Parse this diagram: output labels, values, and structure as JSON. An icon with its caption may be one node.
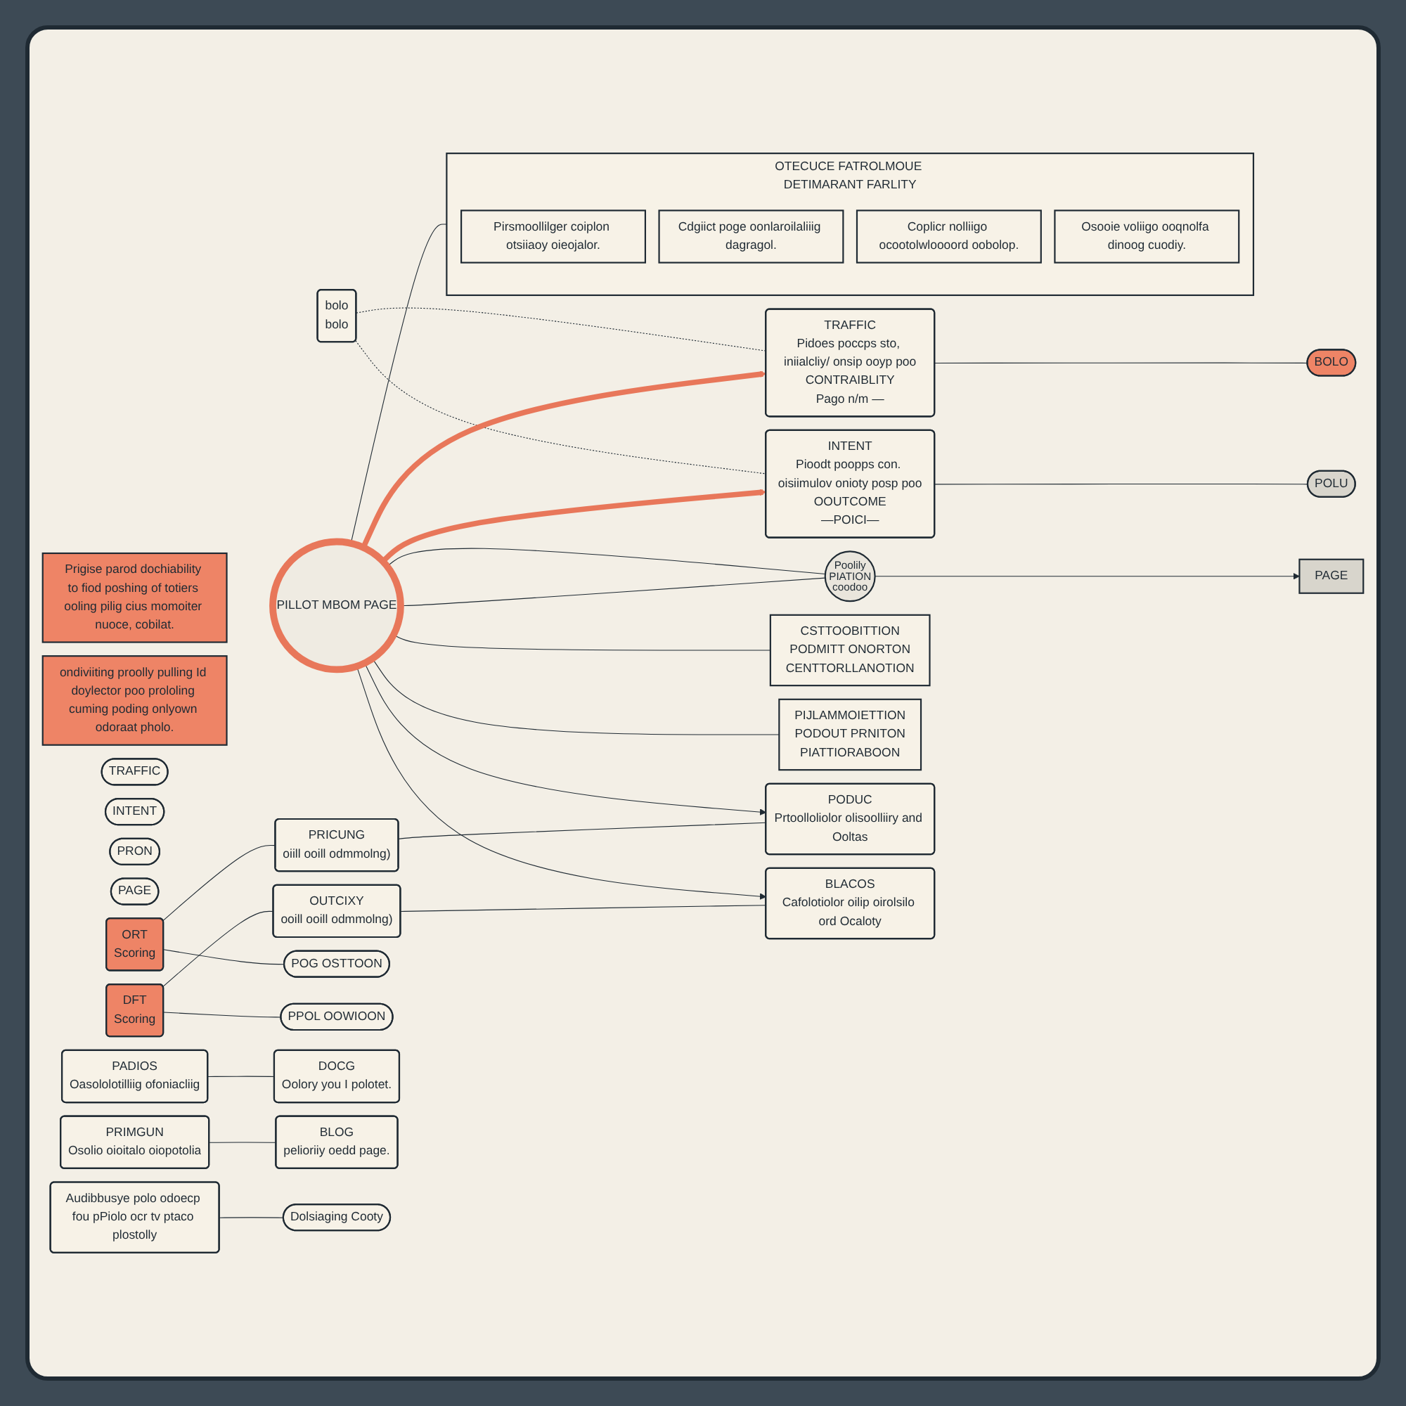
{
  "diagram": {
    "nodes": [
      {
        "text": [
          "Prigise parod dochiability to fiod poshing of totiers ooling pilig cius momoiter nuoce, cobilat."
        ]
      },
      {
        "text": [
          "PAGE"
        ]
      },
      {
        "text": [
          "ondiviiting proolly pulling Id doylector poo prololing cuming poding onlyown odoraat pholo."
        ]
      },
      {
        "text": [
          "TRAFFIC"
        ]
      },
      {
        "text": [
          "INTENT"
        ]
      },
      {
        "text": [
          "bolo",
          "bolo"
        ]
      },
      {
        "text": [
          "PRON"
        ]
      },
      {
        "text": [
          "TRAFFIC",
          "Pidoes poccps sto, iniialcliy/ onsip ooyp poo",
          "CONTRAIBLITY",
          "Pago n/m —"
        ]
      },
      {
        "text": [
          "INTENT",
          "Pioodt poopps con. oisiimulov onioty posp poo",
          "OOUTCOME",
          "—POICI—"
        ]
      },
      {
        "text": [
          "PAGE"
        ]
      },
      {
        "text": [
          "Poolily",
          "PIATION",
          "coodoo"
        ]
      },
      {
        "text": [
          "BOLO"
        ]
      },
      {
        "text": [
          "POLU"
        ]
      },
      {
        "text": [
          "CSTTOOBITTION",
          "PODMITT ONORTON",
          "CENTTORLLANOTION"
        ]
      },
      {
        "text": [
          "PIJLAMMOIETTION",
          "PODOUT PRNITON",
          "PIATTIORABOON"
        ]
      },
      {
        "text": [
          "PILLOT MBOM PAGE"
        ]
      },
      {
        "text": [
          "PRICUNG",
          "oiill ooill odmmolng)"
        ]
      },
      {
        "text": [
          "OUTCIXY",
          "ooill ooill odmmolng)"
        ]
      },
      {
        "text": [
          "ORT",
          "Scoring"
        ]
      },
      {
        "text": [
          "DFT",
          "Scoring"
        ]
      },
      {
        "text": [
          "POG OSTTOON"
        ]
      },
      {
        "text": [
          "PPOL OOWIOON"
        ]
      },
      {
        "text": [
          "OTECUCE FATROLMOUE DETIMARANT FARLITY"
        ]
      },
      {
        "text": [
          "Pirsmoollilger coiplon otsiiaoy oieojalor."
        ],
        "in": 22
      },
      {
        "text": [
          "Cdgiict poge oonlaroilaliiig dagragol."
        ],
        "in": 22
      },
      {
        "text": [
          "Coplicr nolliigo ocootolwloooord oobolop."
        ],
        "in": 22
      },
      {
        "text": [
          "Osooie voliigo ooqnolfa dinoog cuodiy."
        ],
        "in": 22
      },
      {
        "text": [
          "PADIOS",
          "Oasololotilliig ofoniacliig"
        ]
      },
      {
        "text": [
          "PODUC",
          "Prtoolloliolor olisoolliiry and Ooltas"
        ]
      },
      {
        "text": [
          "BLACOS",
          "Cafolotiolor oilip oirolsilo ord Ocaloty"
        ]
      },
      {
        "text": [
          "PRIMGUN",
          "Osolio oioitalo oiopotolia"
        ]
      },
      {
        "text": [
          "DOCG",
          "Oolory you I polotet."
        ]
      },
      {
        "text": [
          "BLOG",
          "pelioriiy oedd page."
        ]
      },
      {
        "text": [
          "Audibbusye polo odoecp fou pPiolo ocr tv ptaco plostolly"
        ]
      },
      {
        "text": [
          "Dolsiaging Cooty"
        ]
      }
    ],
    "edges": [
      {
        "from": 10,
        "to": 1,
        "arrow": "to"
      },
      {
        "from": 5,
        "to": 7,
        "arrow": "none",
        "style": "dashed"
      },
      {
        "from": 5,
        "to": 8,
        "arrow": "none",
        "style": "dashed"
      },
      {
        "from": 7,
        "to": 11,
        "arrow": "none"
      },
      {
        "from": 8,
        "to": 12,
        "arrow": "none"
      },
      {
        "from": 15,
        "to": 10,
        "arrow": "none"
      },
      {
        "from": 15,
        "to": 10,
        "arrow": "none"
      },
      {
        "from": 15,
        "to": 7,
        "arrow": "to",
        "style": "thick",
        "color": "#e8775a"
      },
      {
        "from": 15,
        "to": 8,
        "arrow": "to",
        "style": "thick",
        "color": "#e8775a"
      },
      {
        "from": 15,
        "to": 13,
        "arrow": "none"
      },
      {
        "from": 15,
        "to": 14,
        "arrow": "none"
      },
      {
        "from": 15,
        "to": 28,
        "arrow": "to"
      },
      {
        "from": 15,
        "to": 29,
        "arrow": "to"
      },
      {
        "from": 15,
        "to": 22,
        "arrow": "none"
      },
      {
        "from": 16,
        "to": 28,
        "arrow": "none"
      },
      {
        "from": 17,
        "to": 29,
        "arrow": "none"
      },
      {
        "from": 18,
        "to": 16,
        "arrow": "none"
      },
      {
        "from": 18,
        "to": 20,
        "arrow": "none"
      },
      {
        "from": 19,
        "to": 17,
        "arrow": "none"
      },
      {
        "from": 19,
        "to": 21,
        "arrow": "none"
      },
      {
        "from": 27,
        "to": 31,
        "arrow": "none"
      },
      {
        "from": 30,
        "to": 32,
        "arrow": "none"
      },
      {
        "from": 33,
        "to": 34,
        "arrow": "none"
      }
    ]
  }
}
